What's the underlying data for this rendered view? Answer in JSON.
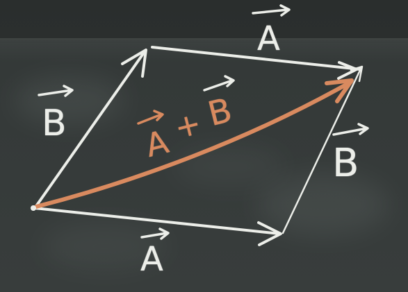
{
  "scene": {
    "labels": {
      "a_top": "A",
      "a_bottom": "A",
      "b_left": "B",
      "b_right": "B",
      "sum_a": "A",
      "sum_plus": "+",
      "sum_b": "B"
    },
    "colors": {
      "board": "#343938",
      "chalk_white": "#eceee9",
      "chalk_orange": "#d98a5f"
    }
  }
}
